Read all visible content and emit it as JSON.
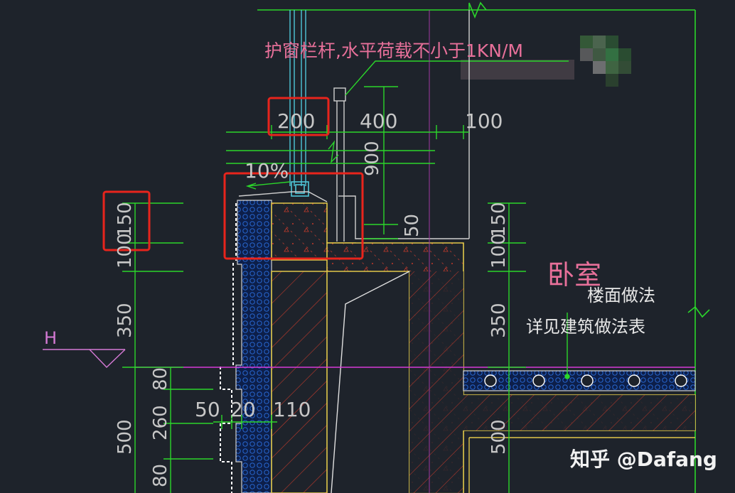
{
  "annotations": {
    "railing_note": "护窗栏杆,水平荷载不小于1KN/M",
    "room_name": "卧室",
    "floor_method_line1": "楼面做法",
    "floor_method_line2": "详见建筑做法表",
    "slope": "10%",
    "level_mark": "H",
    "watermark": "知乎 @Dafang"
  },
  "dimensions_top": [
    "200",
    "400",
    "100"
  ],
  "dimension_railing_height": "900",
  "dimension_50": "50",
  "dimensions_left_vertical": [
    "150",
    "100",
    "350",
    "500",
    "80",
    "260",
    "80"
  ],
  "dimensions_right_vertical": [
    "150",
    "100",
    "350",
    "500"
  ],
  "dimensions_bottom": [
    "50",
    "20",
    "110"
  ],
  "colors": {
    "background": "#1e232b",
    "dim_line": "#2bd62b",
    "structure": "#e0c84a",
    "hatch": "#c0392b",
    "highlight_box": "#e8241c",
    "insulation": "#2a6fe0",
    "annotation_pink": "#e8709a"
  }
}
